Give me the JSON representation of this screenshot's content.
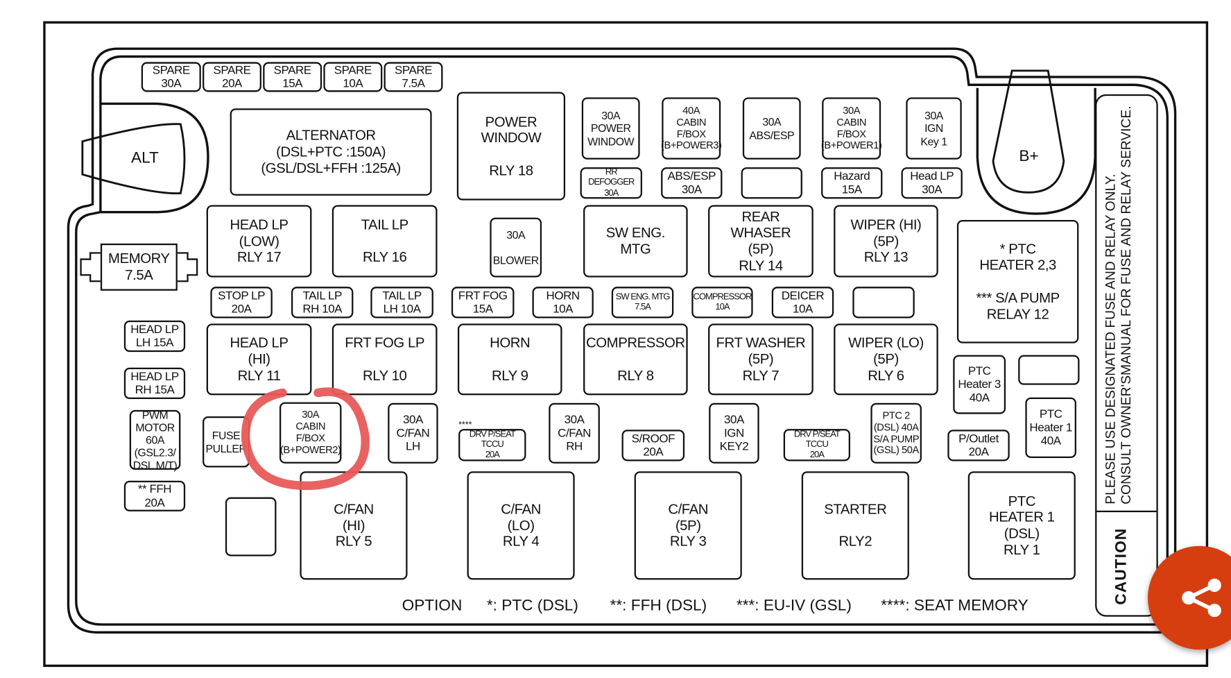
{
  "boxes": {
    "spare30": "SPARE\n30A",
    "spare20": "SPARE\n20A",
    "spare15": "SPARE\n15A",
    "spare10": "SPARE\n10A",
    "spare75": "SPARE\n7.5A",
    "alternator": "ALTERNATOR\n(DSL+PTC :150A)\n(GSL/DSL+FFH :125A)",
    "power_window_rly": "POWER\nWINDOW\n\nRLY 18",
    "pw30": "30A\nPOWER\nWINDOW",
    "cabin40": "40A\nCABIN\nF/BOX\n(B+POWER3)",
    "absesp30": "30A\nABS/ESP",
    "cabin30a": "30A\nCABIN\nF/BOX\n(B+POWER1)",
    "ign30": "30A\nIGN\nKey 1",
    "rrdefog": "RR DEFOGGER\n30A",
    "absesp": "ABS/ESP\n30A",
    "blank1": "",
    "hazard": "Hazard\n15A",
    "headlp30": "Head LP\n30A",
    "memory": "MEMORY\n7.5A",
    "headlow": "HEAD LP\n(LOW)\nRLY 17",
    "taillp": "TAIL LP\n\nRLY 16",
    "blower": "30A\n\nBLOWER",
    "swengmtg": "SW ENG.\nMTG",
    "rearwhaser": "REAR\nWHASER\n(5P)\nRLY 14",
    "wiperhi": "WIPER (HI)\n(5P)\nRLY 13",
    "ptc23": "* PTC\nHEATER 2,3\n\n*** S/A PUMP\nRELAY 12",
    "stoplp": "STOP LP\n20A",
    "taillprh": "TAIL LP\nRH 10A",
    "taillplh": "TAIL LP\nLH 10A",
    "frtfog": "FRT FOG\n15A",
    "horn10": "HORN\n10A",
    "swengmtg75": "SW ENG. MTG\n7.5A",
    "compressor10": "COMPRESSOR\n10A",
    "deicer": "DEICER\n10A",
    "blank2": "",
    "headlplh": "HEAD LP\nLH 15A",
    "headlprh": "HEAD LP\nRH 15A",
    "pwm": "PWM\nMOTOR\n60A\n(GSL2.3/\nDSL M/T)",
    "ffh": "** FFH\n20A",
    "headhi": "HEAD LP\n(HI)\nRLY 11",
    "frtfoglp": "FRT FOG LP\n\nRLY 10",
    "hornrly": "HORN\n\nRLY 9",
    "compressorrly": "COMPRESSOR\n\nRLY 8",
    "frtwasher": "FRT WASHER\n(5P)\nRLY 7",
    "wiperlo": "WIPER (LO)\n(5P)\nRLY 6",
    "ptcheater3": "PTC\nHeater 3\n40A",
    "blank3": "",
    "fusepuller": "FUSE\nPULLER",
    "cabin30b": "30A\nCABIN\nF/BOX\n(B+POWER2)",
    "cfanlh": "30A\nC/FAN\nLH",
    "drvseat1": "DRV P/SEAT TCCU\n20A",
    "cfanrh": "30A\nC/FAN\nRH",
    "sroof": "S/ROOF\n20A",
    "ignkey2": "30A\nIGN\nKEY2",
    "drvseat2": "DRV P/SEAT TCCU\n20A",
    "ptc2": "PTC 2\n(DSL) 40A\nS/A PUMP\n(GSL) 50A",
    "poutlet": "P/Outlet\n20A",
    "ptcheater1": "PTC\nHeater 1\n40A",
    "blank4": "",
    "cfanhi": "C/FAN\n(HI)\nRLY 5",
    "cfanlo": "C/FAN\n(LO)\nRLY 4",
    "cfan5p": "C/FAN\n(5P)\nRLY 3",
    "starter": "STARTER\n\nRLY2",
    "ptcheater1rly": "PTC\nHEATER 1\n(DSL)\nRLY 1"
  },
  "alt_label": "ALT",
  "bplus_label": "B+",
  "seat_mark": "****",
  "option": {
    "label": "OPTION",
    "items": [
      "*: PTC (DSL)",
      "**: FFH (DSL)",
      "***: EU-IV (GSL)",
      "****: SEAT MEMORY"
    ]
  },
  "caution": {
    "title": "CAUTION",
    "line1": "PLEASE USE DESIGNATED FUSE AND RELAY ONLY.",
    "line2": "CONSULT OWNER'SMANUAL FOR FUSE AND RELAY SERVICE."
  },
  "colors": {
    "highlight": "#e85a5a",
    "share": "#d63e0f"
  }
}
